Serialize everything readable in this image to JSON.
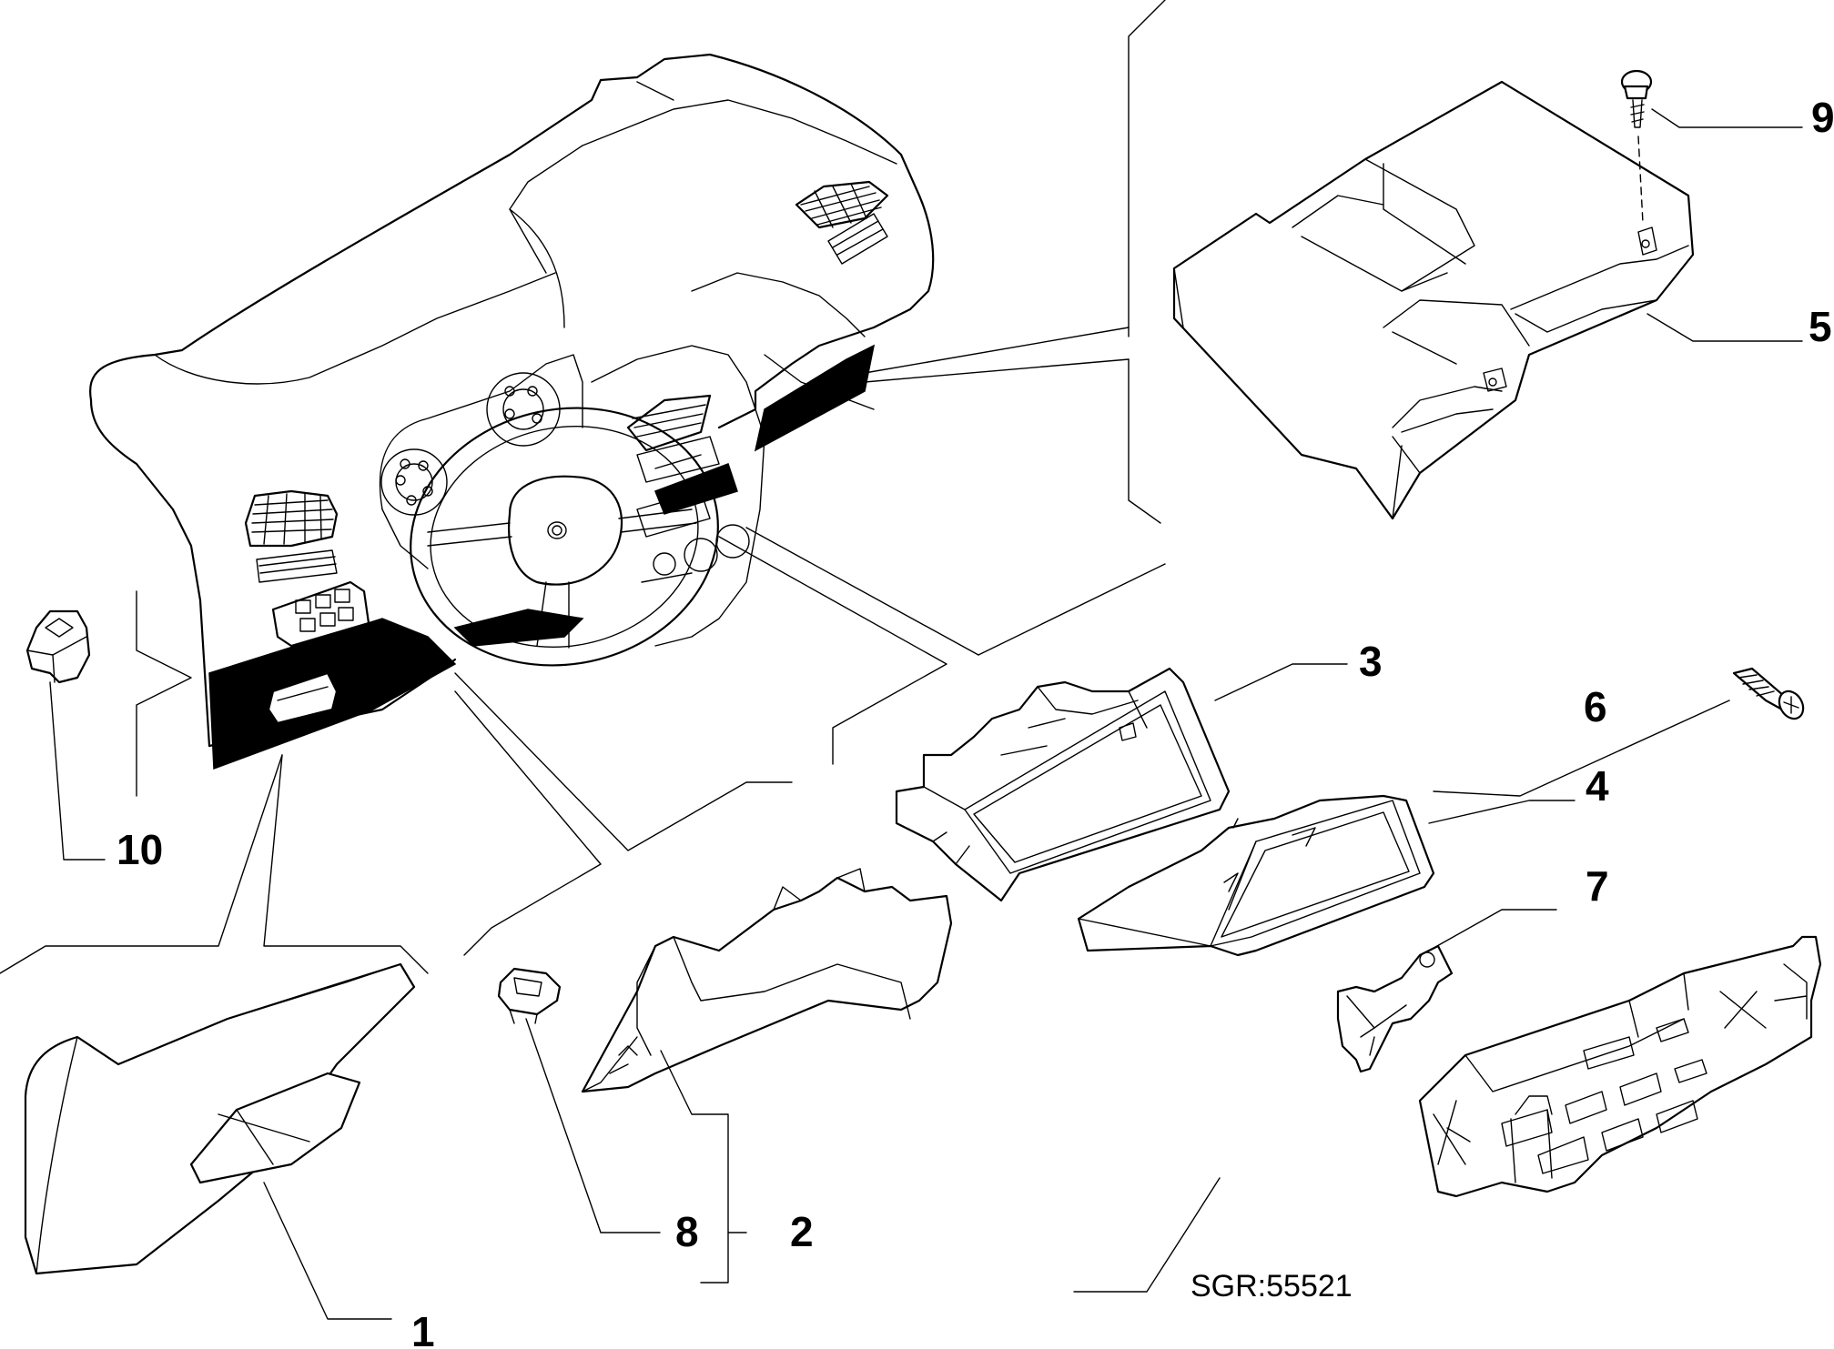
{
  "callouts": [
    {
      "id": "1",
      "label": "1"
    },
    {
      "id": "2",
      "label": "2"
    },
    {
      "id": "3",
      "label": "3"
    },
    {
      "id": "4",
      "label": "4"
    },
    {
      "id": "5",
      "label": "5"
    },
    {
      "id": "6",
      "label": "6"
    },
    {
      "id": "7",
      "label": "7"
    },
    {
      "id": "8",
      "label": "8"
    },
    {
      "id": "9",
      "label": "9"
    },
    {
      "id": "10",
      "label": "10"
    }
  ],
  "reference": "SGR:55521",
  "colors": {
    "line": "#000000",
    "background": "#ffffff"
  }
}
